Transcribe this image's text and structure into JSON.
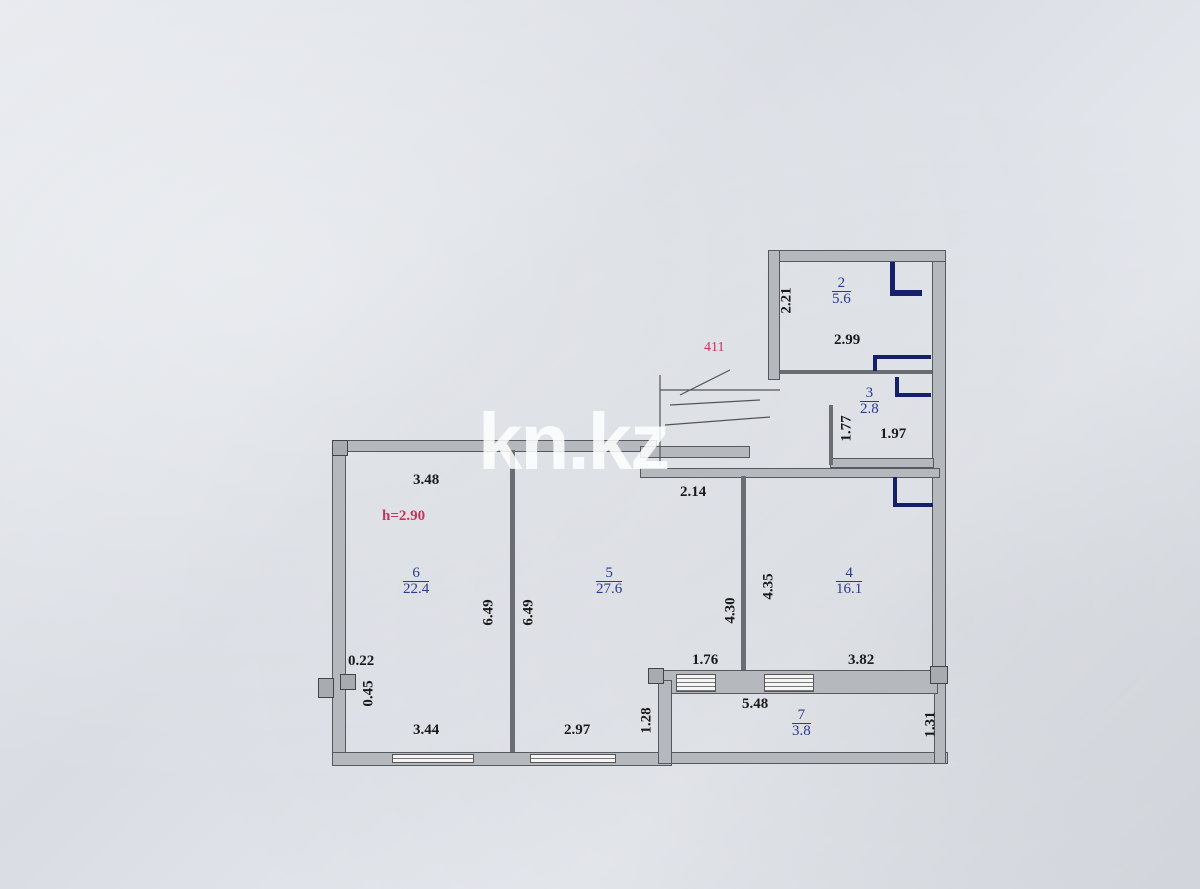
{
  "watermark": "kn.kz",
  "ceiling_height": "h=2.90",
  "stair_marker": "411",
  "rooms": [
    {
      "number": "2",
      "area": "5.6"
    },
    {
      "number": "3",
      "area": "2.8"
    },
    {
      "number": "4",
      "area": "16.1"
    },
    {
      "number": "5",
      "area": "27.6"
    },
    {
      "number": "6",
      "area": "22.4"
    },
    {
      "number": "7",
      "area": "3.8"
    }
  ],
  "dimensions": {
    "room2_height": "2.21",
    "room2_width": "2.99",
    "room3_height": "1.77",
    "room3_width": "1.97",
    "room6_top": "3.48",
    "room6_side": "6.49",
    "room6_bottom": "3.44",
    "room6_pier_a": "0.22",
    "room6_pier_b": "0.45",
    "room5_side": "6.49",
    "room5_top": "2.14",
    "room5_right": "4.30",
    "room5_bottom": "2.97",
    "room5_corner": "1.28",
    "room5_window": "1.76",
    "room4_side": "4.35",
    "room4_bottom": "3.82",
    "room7_width": "5.48",
    "room7_depth": "1.31"
  },
  "colors": {
    "area_text": "#2a3a8c",
    "height_text": "#c8335a",
    "fixture": "#14206a",
    "wall_fill": "#b5b8bc"
  }
}
